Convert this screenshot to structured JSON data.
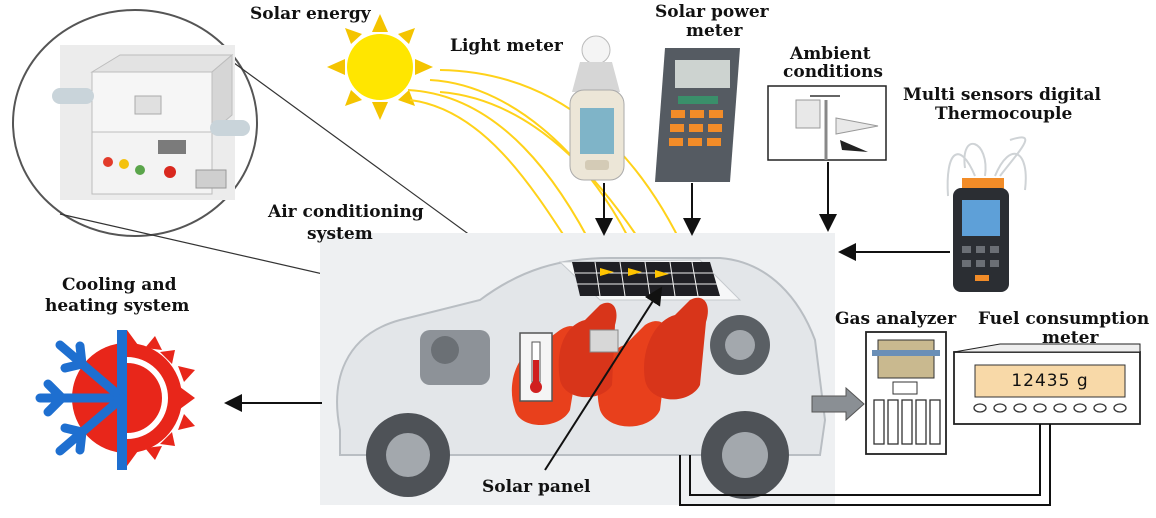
{
  "labels": {
    "solar_energy": "Solar energy",
    "light_meter": "Light meter",
    "solar_power_meter_1": "Solar power",
    "solar_power_meter_2": "meter",
    "ambient_1": "Ambient",
    "ambient_2": "conditions",
    "multi_sensor_1": "Multi sensors digital",
    "multi_sensor_2": "Thermocouple",
    "ac_1": "Air conditioning",
    "ac_2": "system",
    "cooling_1": "Cooling and",
    "cooling_2": "heating system",
    "gas_analyzer": "Gas analyzer",
    "fuel_meter_1": "Fuel consumption",
    "fuel_meter_2": "meter",
    "solar_panel": "Solar panel"
  },
  "fuel_meter_reading": "12435 g",
  "colors": {
    "sun": "#FFE600",
    "sun_rays": "#F4C400",
    "light_rays": "#FFD21A",
    "snowflake": "#1E6FD0",
    "heat_sun": "#E8261A",
    "seats": "#E8401C",
    "meter_display": "#F8D9A8",
    "arrow": "#111111"
  },
  "icons": {
    "sun": "sun-icon",
    "cooling_heating": "snowflake-sun-icon",
    "thermometer": "thermometer-icon"
  }
}
